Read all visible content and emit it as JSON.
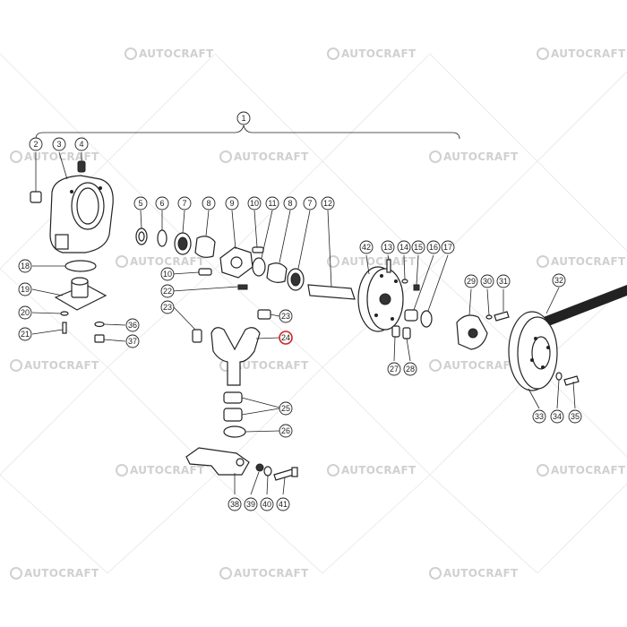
{
  "watermark": {
    "text": "AUTOCRAFT",
    "color": "#d0d0d0"
  },
  "highlight_color": "#d62020",
  "callouts": {
    "c1": "1",
    "c2": "2",
    "c3": "3",
    "c4": "4",
    "c5": "5",
    "c6": "6",
    "c7a": "7",
    "c8a": "8",
    "c9": "9",
    "c10a": "10",
    "c11": "11",
    "c8b": "8",
    "c7b": "7",
    "c12": "12",
    "c10b": "10",
    "c22": "22",
    "c23a": "23",
    "c23b": "23",
    "c24": "24",
    "c18": "18",
    "c19": "19",
    "c20": "20",
    "c21": "21",
    "c36": "36",
    "c37": "37",
    "c25": "25",
    "c26": "26",
    "c38": "38",
    "c39": "39",
    "c40": "40",
    "c41": "41",
    "c42": "42",
    "c13": "13",
    "c14": "14",
    "c15": "15",
    "c16": "16",
    "c17": "17",
    "c27": "27",
    "c28": "28",
    "c29": "29",
    "c30": "30",
    "c31": "31",
    "c32": "32",
    "c33": "33",
    "c34": "34",
    "c35": "35"
  }
}
